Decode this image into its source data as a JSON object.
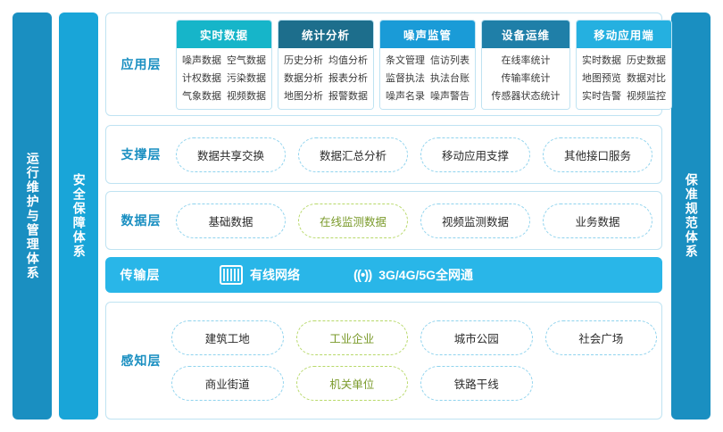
{
  "left_outer_label": "运行维护与管理体系",
  "left_inner_label": "安全保障体系",
  "right_outer_label": "保准规范体系",
  "app_layer": {
    "label": "应用层",
    "groups": [
      {
        "title": "实时数据",
        "color": "#16b5c9",
        "items": [
          "噪声数据",
          "空气数据",
          "计权数据",
          "污染数据",
          "气象数据",
          "视频数据"
        ]
      },
      {
        "title": "统计分析",
        "color": "#1d6e8c",
        "items": [
          "历史分析",
          "均值分析",
          "数据分析",
          "报表分析",
          "地图分析",
          "报警数据"
        ]
      },
      {
        "title": "噪声监管",
        "color": "#1a9bd7",
        "items": [
          "条文管理",
          "信访列表",
          "监督执法",
          "执法台账",
          "噪声名录",
          "噪声警告"
        ]
      },
      {
        "title": "设备运维",
        "color": "#1f7fa8",
        "items": [
          "在线率统计",
          "传输率统计",
          "传感器状态统计"
        ]
      },
      {
        "title": "移动应用端",
        "color": "#25b0e0",
        "items": [
          "实时数据",
          "历史数据",
          "地图预览",
          "数据对比",
          "实时告警",
          "视频监控"
        ]
      }
    ]
  },
  "support_layer": {
    "label": "支撑层",
    "items": [
      "数据共享交换",
      "数据汇总分析",
      "移动应用支撑",
      "其他接口服务"
    ]
  },
  "data_layer": {
    "label": "数据层",
    "items": [
      {
        "text": "基础数据",
        "style": "blue"
      },
      {
        "text": "在线监测数据",
        "style": "green"
      },
      {
        "text": "视频监测数据",
        "style": "blue"
      },
      {
        "text": "业务数据",
        "style": "blue"
      }
    ]
  },
  "transmission_layer": {
    "label": "传输层",
    "items": [
      {
        "icon": "wired-network-icon",
        "text": "有线网络"
      },
      {
        "icon": "wireless-signal-icon",
        "text": "3G/4G/5G全网通"
      }
    ]
  },
  "perception_layer": {
    "label": "感知层",
    "rows": [
      [
        {
          "text": "建筑工地",
          "style": "blue"
        },
        {
          "text": "工业企业",
          "style": "green"
        },
        {
          "text": "城市公园",
          "style": "blue"
        },
        {
          "text": "社会广场",
          "style": "blue"
        }
      ],
      [
        {
          "text": "商业街道",
          "style": "blue"
        },
        {
          "text": "机关单位",
          "style": "green"
        },
        {
          "text": "铁路干线",
          "style": "blue"
        },
        {
          "text": "",
          "style": "empty"
        }
      ]
    ]
  }
}
